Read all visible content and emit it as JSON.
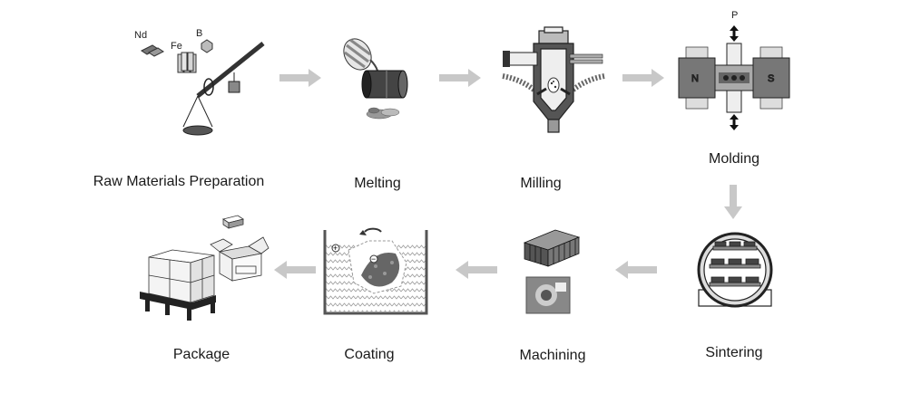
{
  "steps": [
    {
      "id": "raw",
      "label": "Raw Materials Preparation"
    },
    {
      "id": "melting",
      "label": "Melting"
    },
    {
      "id": "milling",
      "label": "Milling"
    },
    {
      "id": "molding",
      "label": "Molding"
    },
    {
      "id": "sintering",
      "label": "Sintering"
    },
    {
      "id": "machining",
      "label": "Machining"
    },
    {
      "id": "coating",
      "label": "Coating"
    },
    {
      "id": "package",
      "label": "Package"
    }
  ],
  "raw_materials": {
    "nd": "Nd",
    "fe": "Fe",
    "b": "B"
  },
  "molding": {
    "pressure": "P",
    "pole_n": "N",
    "pole_s": "S"
  },
  "coating": {
    "plus": "+",
    "minus": "−"
  },
  "colors": {
    "arrow": "#c8c8c8",
    "ink": "#333333",
    "mid": "#777777",
    "light": "#bdbdbd"
  }
}
